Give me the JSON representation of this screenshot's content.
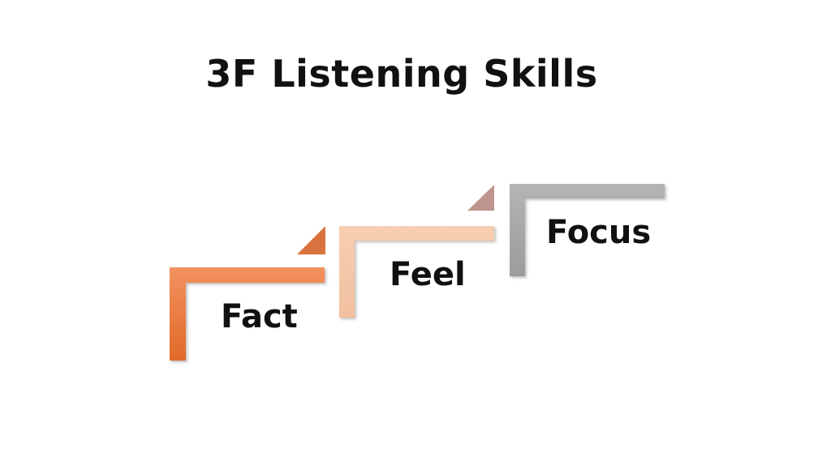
{
  "title": "3F Listening Skills",
  "steps": [
    {
      "label": "Fact",
      "color": "#E8783A"
    },
    {
      "label": "Feel",
      "color": "#F4C7A8"
    },
    {
      "label": "Focus",
      "color": "#A8A8A8"
    }
  ],
  "colors": {
    "fact_corner": "#D9733F",
    "feel_corner": "#BF968E",
    "text": "#111111",
    "background": "#FFFFFF"
  }
}
